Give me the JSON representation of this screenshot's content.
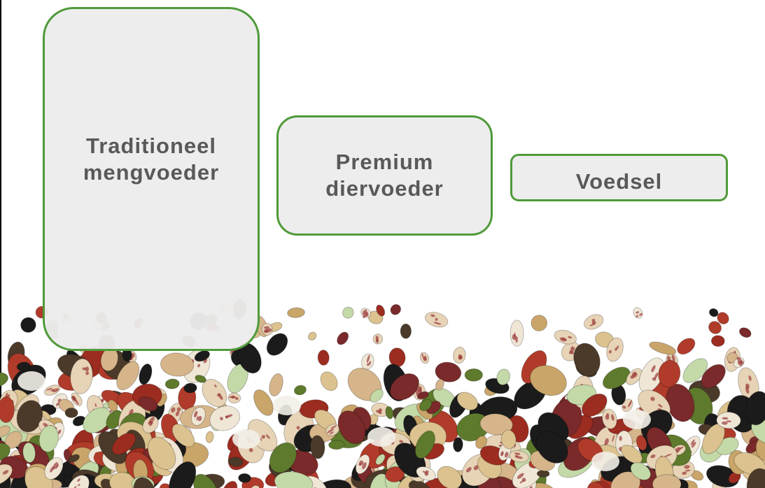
{
  "colors": {
    "accent": "#4f9a3a",
    "box_fill": "#ececec",
    "text": "#595959"
  },
  "image": {
    "name": "mixed-beans-photo",
    "description_icon": "beans-icon"
  },
  "boxes": [
    {
      "label": "Traditioneel\nmengvoeder"
    },
    {
      "label": "Premium\ndiervoeder"
    },
    {
      "label": "Voedsel"
    }
  ]
}
